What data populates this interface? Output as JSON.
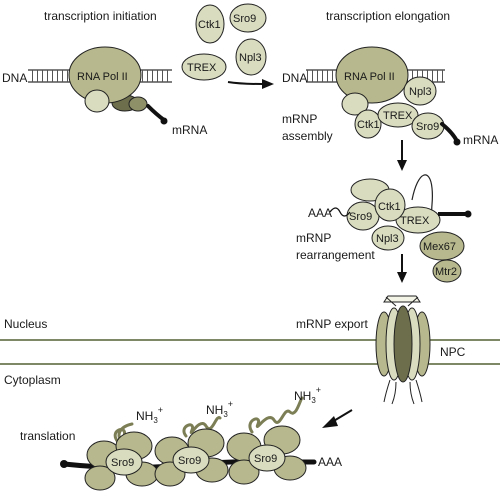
{
  "headings": {
    "initiation": "transcription initiation",
    "elongation": "transcription elongation"
  },
  "labels": {
    "dna_left": "DNA",
    "dna_right": "DNA",
    "mrna_left": "mRNA",
    "mrna_right": "mRNA",
    "mrnp_assembly_1": "mRNP",
    "mrnp_assembly_2": "assembly",
    "mrnp_rearr_1": "mRNP",
    "mrnp_rearr_2": "rearrangement",
    "aaa_mid": "AAA",
    "nucleus": "Nucleus",
    "mrnp_export": "mRNP export",
    "npc": "NPC",
    "cytoplasm": "Cytoplasm",
    "translation": "translation",
    "aaa_bottom": "AAA",
    "nh3": "NH",
    "nh3_sub": "3",
    "nh3_sup": "+"
  },
  "proteins": {
    "rna_pol": "RNA Pol II",
    "ctk1": "Ctk1",
    "sro9": "Sro9",
    "trex": "TREX",
    "npl3": "Npl3",
    "mex67": "Mex67",
    "mtr2": "Mtr2"
  },
  "colors": {
    "light": "#d9dcbf",
    "medium": "#b7b88d",
    "dark": "#8e9068",
    "darker": "#6c6e4c",
    "line": "#1a1a1a"
  }
}
